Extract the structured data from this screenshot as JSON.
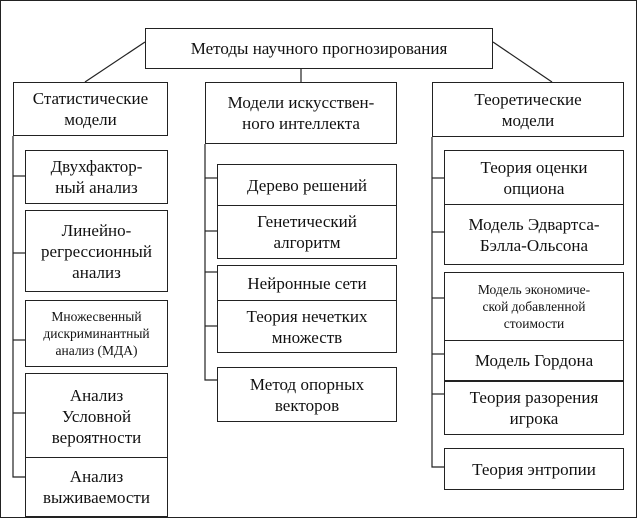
{
  "title": "Методы научного прогнозирования",
  "columns": [
    {
      "header": "Статистические\nмодели",
      "items": [
        "Двухфактор-\nный анализ",
        "Линейно-\nрегрессионный\nанализ",
        "Множесвенный\nдискриминантный\nанализ (МДА)",
        "Анализ\nУсловной\nвероятности",
        "Анализ\nвыживаемости"
      ]
    },
    {
      "header": "Модели искусствен-\nного интеллекта",
      "items": [
        "Дерево решений",
        "Генетический\nалгоритм",
        "Нейронные сети",
        "Теория нечетких\nмножеств",
        "Метод опорных\nвекторов"
      ]
    },
    {
      "header": "Теоретические\nмодели",
      "items": [
        "Теория оценки\nопциона",
        "Модель Эдвартса-\nБэлла-Ольсона",
        "Модель экономиче-\nской добавленной\nстоимости",
        "Модель Гордона",
        "Теория разорения\nигрока",
        "Теория энтропии"
      ]
    }
  ]
}
